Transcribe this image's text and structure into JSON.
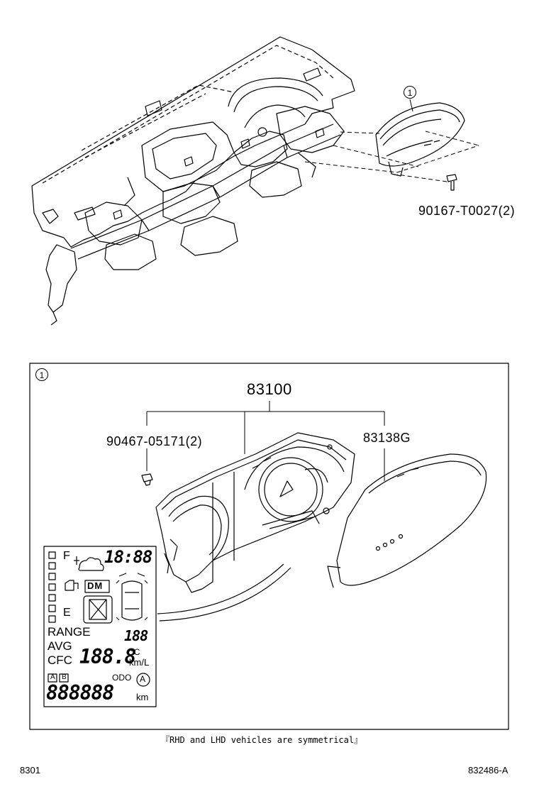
{
  "callout_marker": "1",
  "parts": {
    "screw_top": "90167-T0027(2)",
    "meter_assy": "83100",
    "screw_detail": "90467-05171(2)",
    "glass": "83138G"
  },
  "lcd": {
    "fuel_full": "F",
    "fuel_empty": "E",
    "clock": "18:88",
    "dm": "DM",
    "range_label": "RANGE",
    "range_value": "188",
    "avg_label": "AVG",
    "cfc_label": "CFC",
    "avg_value": "188.8",
    "unit_c": "°C",
    "unit_kml": "km/L",
    "trip_a": "A",
    "trip_b": "B",
    "odo_label": "ODO",
    "odo_value": "888888",
    "odo_unit": "km",
    "auto_symbol": "A"
  },
  "footnote": "『RHD and LHD vehicles are symmetrical』",
  "page_code_left": "8301",
  "page_code_right": "832486-A"
}
